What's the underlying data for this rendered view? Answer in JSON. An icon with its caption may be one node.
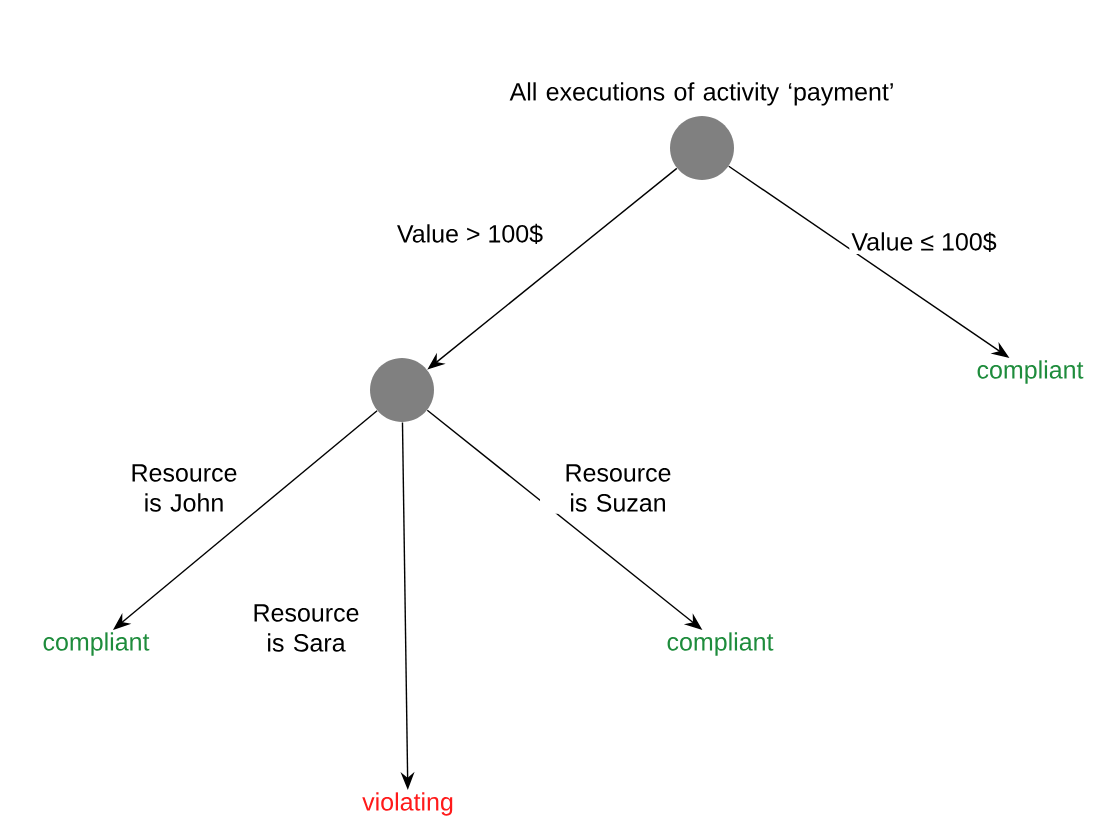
{
  "diagram": {
    "nodes": [
      {
        "text": [
          "All executions of activity ‘payment’"
        ]
      },
      {
        "text": [],
        "shape": "circle"
      },
      {
        "text": [
          "compliant"
        ]
      },
      {
        "text": [
          "compliant"
        ]
      },
      {
        "text": [
          "violating"
        ]
      },
      {
        "text": [
          "compliant"
        ]
      }
    ],
    "edges": [
      {
        "from": 0,
        "to": 1,
        "arrow": "to",
        "label": "Value > 100$"
      },
      {
        "from": 0,
        "to": 2,
        "arrow": "to",
        "label": "Value ≤ 100$"
      },
      {
        "from": 1,
        "to": 3,
        "arrow": "to",
        "label": "Resource is John"
      },
      {
        "from": 1,
        "to": 4,
        "arrow": "to",
        "label": "Resource is Sara"
      },
      {
        "from": 1,
        "to": 5,
        "arrow": "to",
        "label": "Resource is Suzan"
      }
    ]
  }
}
